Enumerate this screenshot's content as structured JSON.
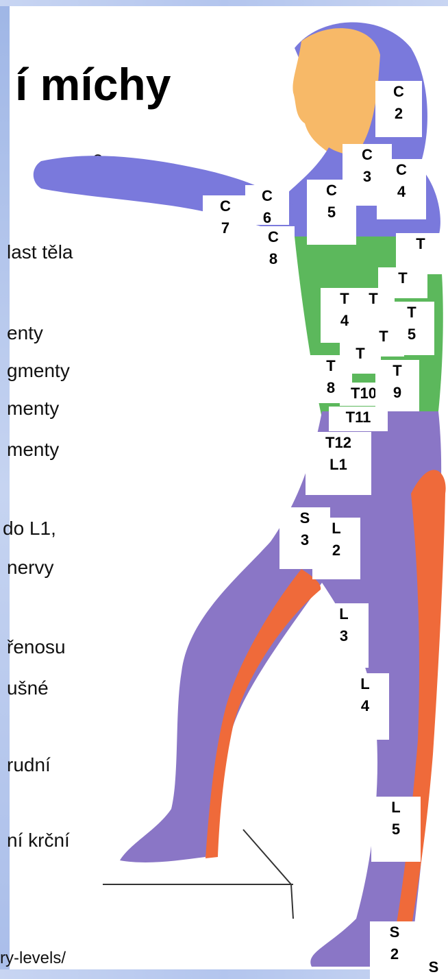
{
  "slide": {
    "title": "í míchy",
    "lines": [
      "e",
      "last těla",
      "enty",
      "gmenty",
      "menty",
      "menty",
      "do L1,",
      "nervy",
      "řenosu",
      "ušné",
      "rudní",
      "ní krční"
    ],
    "footer": "ry-levels/"
  },
  "labels": [
    "C\n2",
    "C\n3",
    "C\n4",
    "C\n5",
    "C\n6",
    "C\n7",
    "C\n8",
    "T",
    "T",
    "T\n4",
    "T",
    "T\n5",
    "T",
    "T",
    "T\n8",
    "T10",
    "T\n9",
    "T11",
    "T12\nL1",
    "S\n3",
    "L\n2",
    "L\n3",
    "L\n4",
    "L\n5",
    "S\n2",
    "S"
  ],
  "colors": {
    "head": "#f7b968",
    "cervical": "#7a79dc",
    "thoracic": "#5cb85c",
    "lumbar_sacral": "#8a76c6",
    "sacral_orange": "#ef6a3a"
  }
}
